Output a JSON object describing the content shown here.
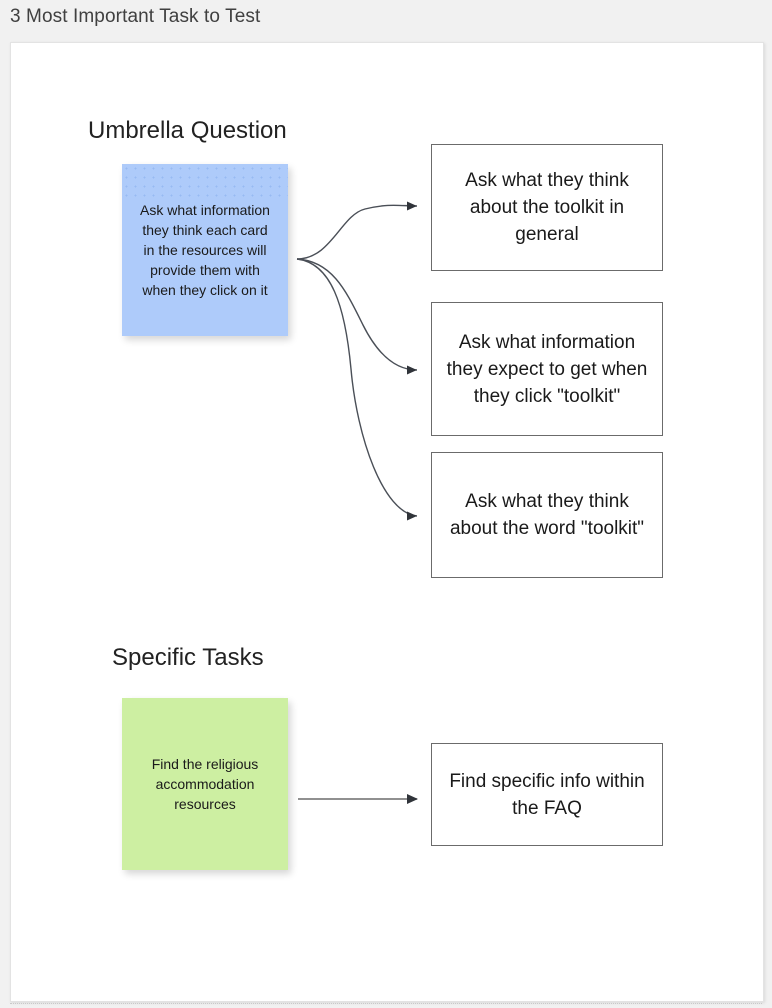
{
  "document": {
    "title": "3 Most Important Task to Test"
  },
  "canvas": {
    "background_color": "#ffffff",
    "border_color": "#e3e3e3"
  },
  "sections": [
    {
      "id": "umbrella",
      "heading": "Umbrella Question",
      "sticky": {
        "text": "Ask what information they think each card in the resources will provide them with when they click on it",
        "color": "#aecbfa",
        "selected": true
      },
      "boxes": [
        {
          "id": "general",
          "text": "Ask what they think about the toolkit in general"
        },
        {
          "id": "expect",
          "text": "Ask what information they expect to get when they click \"toolkit\""
        },
        {
          "id": "word",
          "text": "Ask what they think about the word \"toolkit\""
        }
      ],
      "connector_style": "curved-arrow",
      "connector_color": "#4a4f57"
    },
    {
      "id": "specific",
      "heading": "Specific Tasks",
      "sticky": {
        "text": "Find the religious accommodation resources",
        "color": "#cdefa2",
        "selected": false
      },
      "boxes": [
        {
          "id": "faq",
          "text": "Find specific info within the FAQ"
        }
      ],
      "connector_style": "straight-arrow",
      "connector_color": "#6b6b6b"
    }
  ]
}
